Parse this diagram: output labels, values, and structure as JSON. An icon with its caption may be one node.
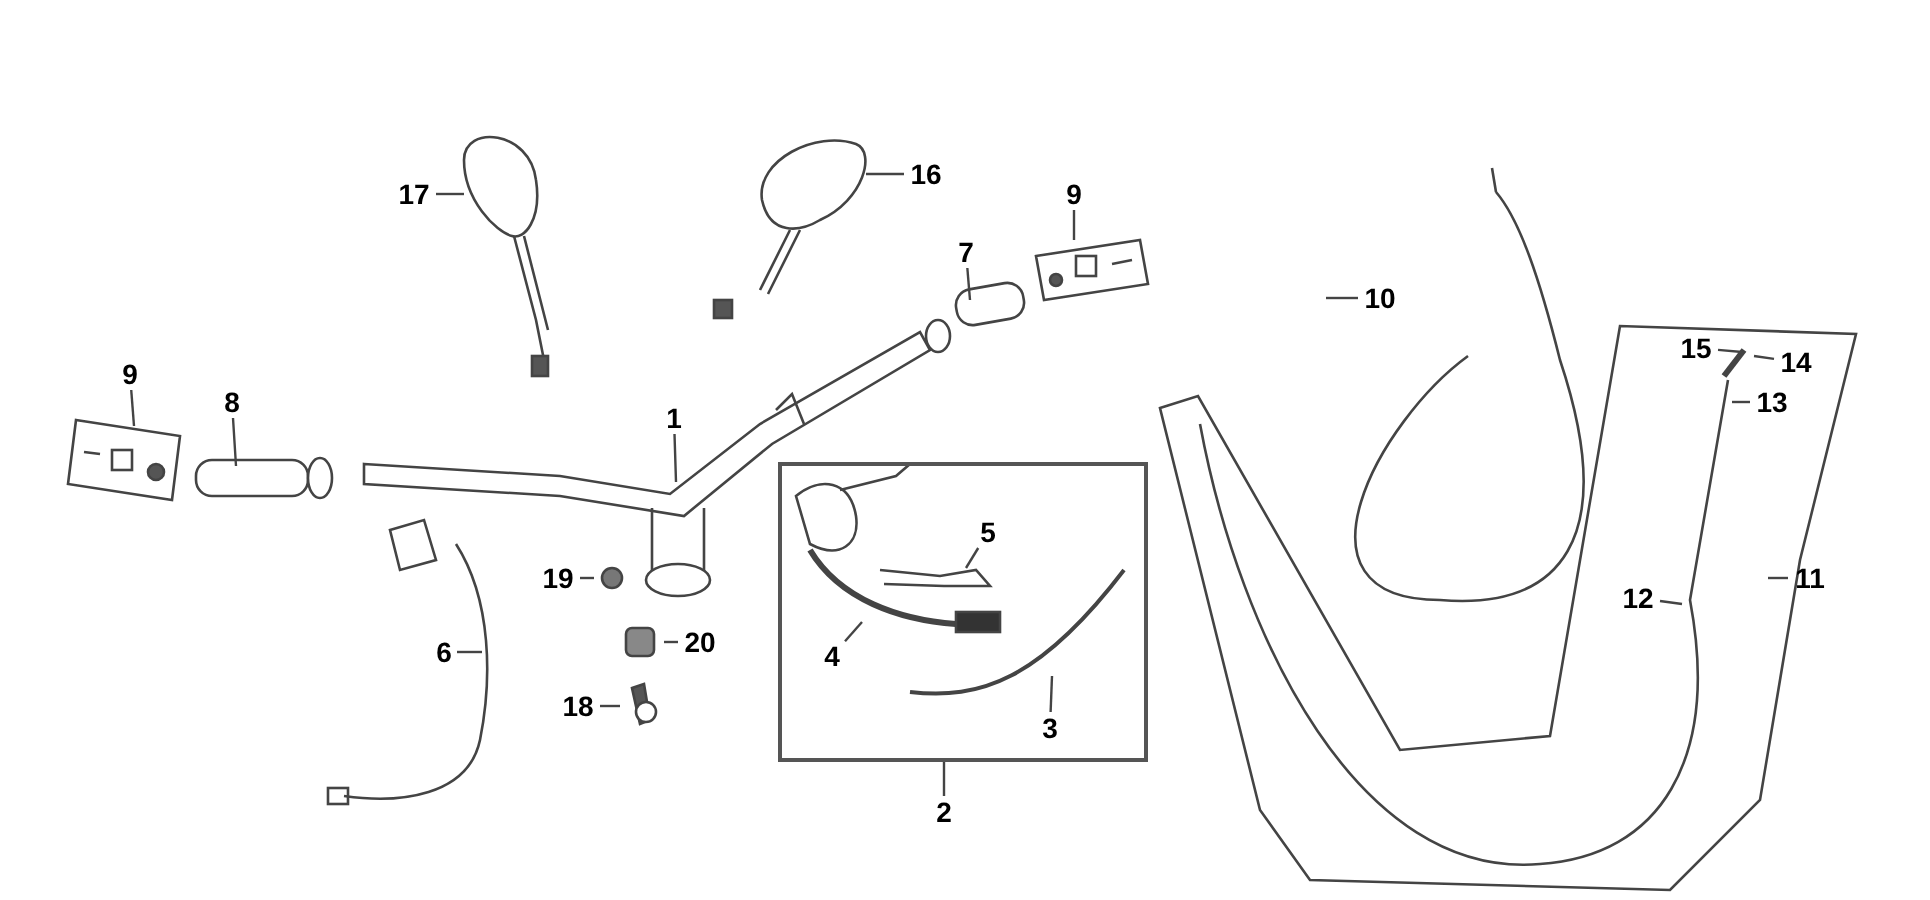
{
  "diagram": {
    "nodes": [
      {
        "text": [
          "17"
        ]
      },
      {
        "text": [
          "16"
        ]
      },
      {
        "text": [
          "9"
        ]
      },
      {
        "text": [
          "7"
        ]
      },
      {
        "text": [
          "10"
        ]
      },
      {
        "text": [
          "15"
        ]
      },
      {
        "text": [
          "14"
        ]
      },
      {
        "text": [
          "13"
        ]
      },
      {
        "text": [
          "9"
        ]
      },
      {
        "text": [
          "8"
        ]
      },
      {
        "text": [
          "1"
        ]
      },
      {
        "text": [],
        "shape": "box"
      },
      {
        "text": [
          "5"
        ],
        "in": 11
      },
      {
        "text": [
          "4"
        ],
        "in": 11
      },
      {
        "text": [
          "3"
        ],
        "in": 11
      },
      {
        "text": [
          "6"
        ]
      },
      {
        "text": [
          "19"
        ]
      },
      {
        "text": [
          "11"
        ]
      },
      {
        "text": [
          "12"
        ]
      },
      {
        "text": [
          "20"
        ]
      },
      {
        "text": [
          "18"
        ]
      },
      {
        "text": [
          "2"
        ]
      }
    ],
    "edges": [
      {
        "from": 0,
        "to": null,
        "arrow": "none"
      },
      {
        "from": 1,
        "to": null,
        "arrow": "none"
      },
      {
        "from": 2,
        "to": null,
        "arrow": "none"
      },
      {
        "from": 3,
        "to": null,
        "arrow": "none"
      },
      {
        "from": 4,
        "to": null,
        "arrow": "none"
      },
      {
        "from": 5,
        "to": null,
        "arrow": "none"
      },
      {
        "from": 6,
        "to": null,
        "arrow": "none"
      },
      {
        "from": 7,
        "to": null,
        "arrow": "none"
      },
      {
        "from": 8,
        "to": null,
        "arrow": "none"
      },
      {
        "from": 9,
        "to": null,
        "arrow": "none"
      },
      {
        "from": 10,
        "to": null,
        "arrow": "none"
      },
      {
        "from": 12,
        "to": null,
        "arrow": "none"
      },
      {
        "from": 13,
        "to": null,
        "arrow": "none"
      },
      {
        "from": 14,
        "to": null,
        "arrow": "none"
      },
      {
        "from": 15,
        "to": null,
        "arrow": "none"
      },
      {
        "from": 16,
        "to": null,
        "arrow": "none"
      },
      {
        "from": 17,
        "to": null,
        "arrow": "none"
      },
      {
        "from": 18,
        "to": null,
        "arrow": "none"
      },
      {
        "from": 19,
        "to": null,
        "arrow": "none"
      },
      {
        "from": 20,
        "to": null,
        "arrow": "none"
      },
      {
        "from": 21,
        "to": 11,
        "arrow": "none"
      }
    ]
  }
}
